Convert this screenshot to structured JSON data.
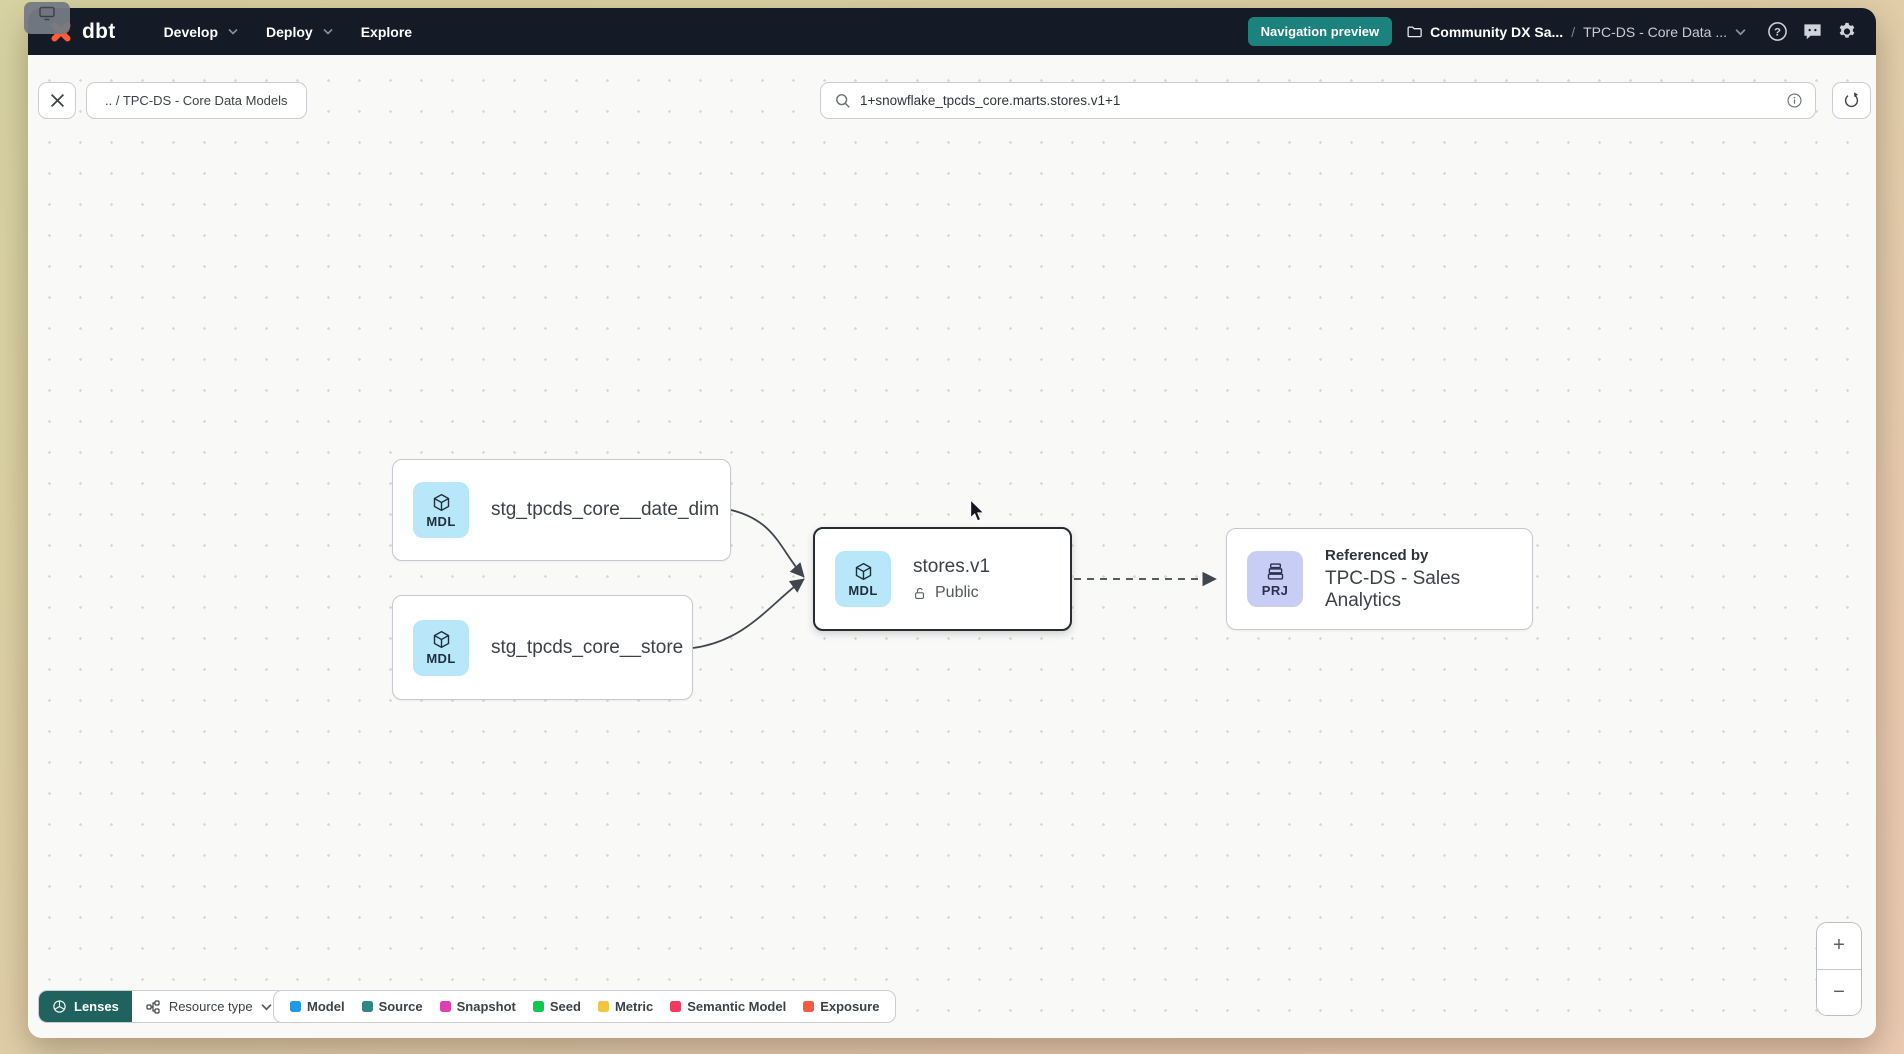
{
  "navbar": {
    "logo_text": "dbt",
    "menu_develop": "Develop",
    "menu_deploy": "Deploy",
    "menu_explore": "Explore",
    "nav_preview_badge": "Navigation preview",
    "breadcrumb_project": "Community DX Sa...",
    "breadcrumb_separator": "/",
    "breadcrumb_current": "TPC-DS - Core Data ..."
  },
  "toolbar": {
    "path_chip": ".. / TPC-DS - Core Data Models",
    "search_value": "1+snowflake_tpcds_core.marts.stores.v1+1"
  },
  "graph": {
    "nodes": {
      "date_dim": {
        "badge": "MDL",
        "title": "stg_tpcds_core__date_dim"
      },
      "store": {
        "badge": "MDL",
        "title": "stg_tpcds_core__store"
      },
      "stores_v1": {
        "badge": "MDL",
        "title": "stores.v1",
        "access": "Public"
      },
      "referenced": {
        "badge": "PRJ",
        "label": "Referenced by",
        "title": "TPC-DS - Sales Analytics"
      }
    }
  },
  "footer": {
    "lenses_label": "Lenses",
    "resource_type_label": "Resource type",
    "legend": [
      {
        "label": "Model",
        "color": "#1e9be4"
      },
      {
        "label": "Source",
        "color": "#318787"
      },
      {
        "label": "Snapshot",
        "color": "#df3eb4"
      },
      {
        "label": "Seed",
        "color": "#0fc94f"
      },
      {
        "label": "Metric",
        "color": "#f4c443"
      },
      {
        "label": "Semantic Model",
        "color": "#f23a5f"
      },
      {
        "label": "Exposure",
        "color": "#f15b3e"
      }
    ],
    "zoom_in_label": "+",
    "zoom_out_label": "−"
  },
  "colors": {
    "navbar_bg": "#141a26",
    "accent_teal": "#1b827d",
    "logo_orange": "#ff5c35",
    "model_badge_bg": "#b8e7fa",
    "project_badge_bg": "#c7cdf5",
    "edge": "#41464e"
  }
}
